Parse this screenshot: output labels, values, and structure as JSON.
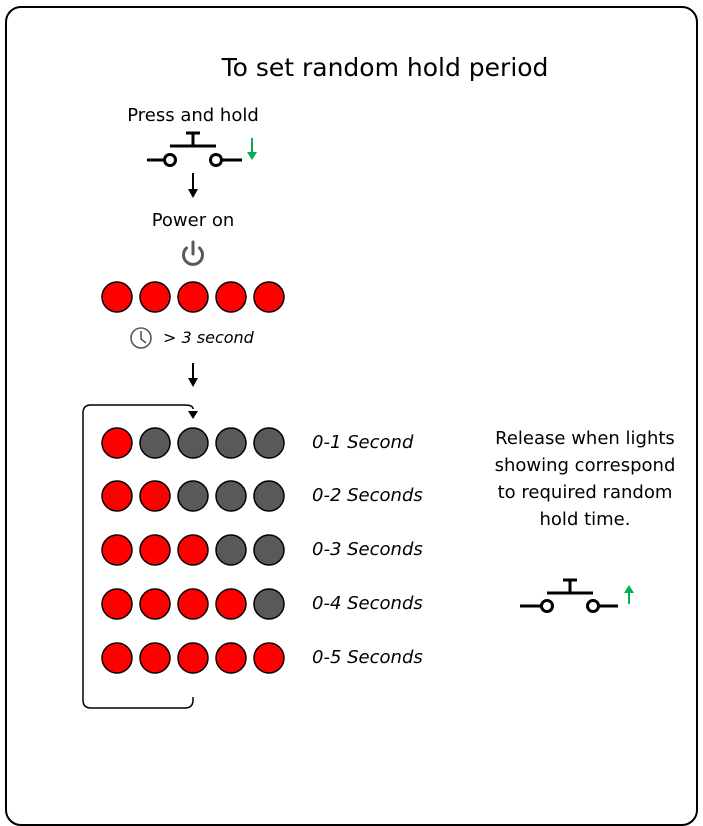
{
  "title": "To set random hold period",
  "steps": {
    "press_label": "Press and hold",
    "power_label": "Power on",
    "wait_label": "> 3 second"
  },
  "rows": [
    {
      "label": "0-1 Second",
      "lit": 1
    },
    {
      "label": "0-2 Seconds",
      "lit": 2
    },
    {
      "label": "0-3 Seconds",
      "lit": 3
    },
    {
      "label": "0-4 Seconds",
      "lit": 4
    },
    {
      "label": "0-5 Seconds",
      "lit": 5
    }
  ],
  "release_text": {
    "line1": "Release when lights",
    "line2": "showing correspond",
    "line3": "to required random",
    "line4": "hold time."
  },
  "colors": {
    "led_on": "#ff0000",
    "led_off": "#595959",
    "press_arrow": "#00b050",
    "release_arrow": "#00b050",
    "power_icon": "#595959"
  },
  "icons": {
    "switch": "push-button-switch-icon",
    "power": "power-icon",
    "timer": "clock-icon"
  }
}
